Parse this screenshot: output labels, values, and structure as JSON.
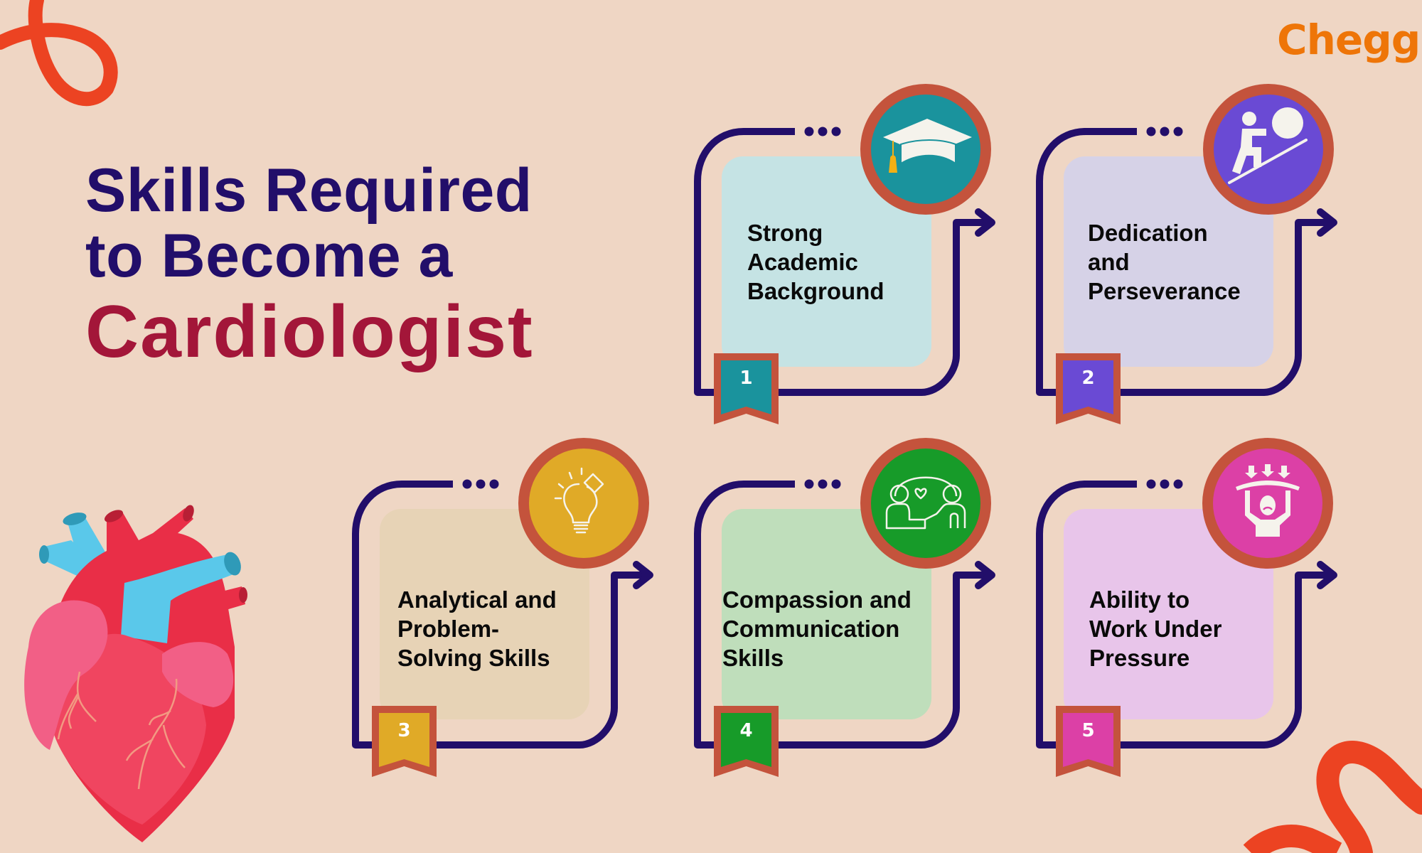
{
  "brand": {
    "logo_text": "Chegg",
    "logo_color": "#ee7508"
  },
  "title": {
    "line1": "Skills Required",
    "line2": "to Become a",
    "line3": "Cardiologist",
    "color_primary": "#220e6a",
    "color_accent": "#a31639"
  },
  "colors": {
    "background": "#efd6c4",
    "frame_stroke": "#220e6a",
    "badge_ring": "#c4533c",
    "squiggle": "#ec4322"
  },
  "skills": [
    {
      "number": "1",
      "lines": [
        "Strong",
        "Academic",
        "Background"
      ],
      "icon": "graduation-cap-icon",
      "accent": "#1a939d",
      "panel": "#c5e3e4"
    },
    {
      "number": "2",
      "lines": [
        "Dedication",
        "and",
        "Perseverance"
      ],
      "icon": "person-pushing-boulder-icon",
      "accent": "#6a4ad4",
      "panel": "#d6d2e7"
    },
    {
      "number": "3",
      "lines": [
        "Analytical and",
        "Problem-",
        "Solving Skills"
      ],
      "icon": "lightbulb-puzzle-icon",
      "accent": "#e0aa27",
      "panel": "#e7d3b6"
    },
    {
      "number": "4",
      "lines": [
        "Compassion and",
        "Communication",
        "Skills"
      ],
      "icon": "people-globe-heart-icon",
      "accent": "#179b29",
      "panel": "#bfdebb"
    },
    {
      "number": "5",
      "lines": [
        "Ability to",
        "Work Under",
        "Pressure"
      ],
      "icon": "person-under-pressure-icon",
      "accent": "#dc40a6",
      "panel": "#e8c5ea"
    }
  ]
}
